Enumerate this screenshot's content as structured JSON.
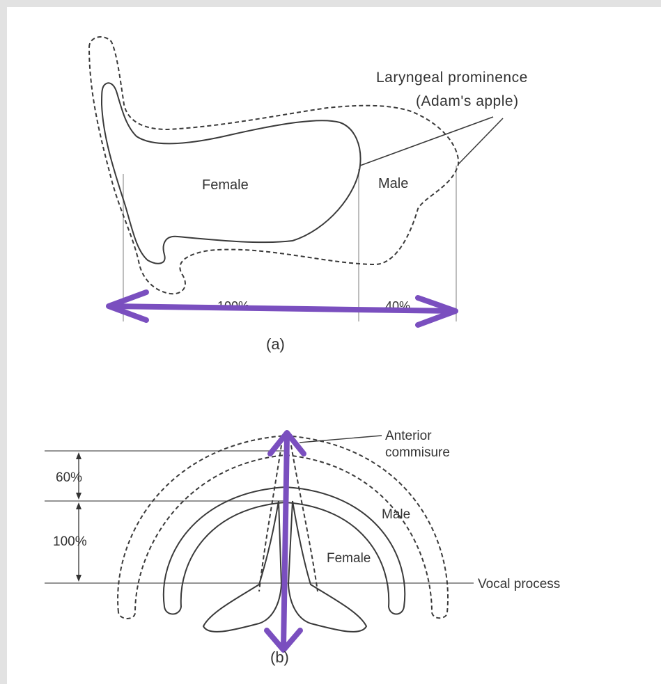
{
  "panel_a": {
    "label_prominence_line1": "Laryngeal prominence",
    "label_prominence_line2": "(Adam's apple)",
    "label_female": "Female",
    "label_male": "Male",
    "label_100": "100%",
    "label_40": "40%",
    "caption": "(a)"
  },
  "panel_b": {
    "label_anterior_line1": "Anterior",
    "label_anterior_line2": "commisure",
    "label_male": "Male",
    "label_female": "Female",
    "label_vocal_process": "Vocal process",
    "label_60": "60%",
    "label_100": "100%",
    "caption": "(b)"
  },
  "colors": {
    "outline": "#3a3a3a",
    "guide": "#9a9a9a",
    "arrow": "#7a4fbf",
    "frame": "#e2e2e2"
  }
}
